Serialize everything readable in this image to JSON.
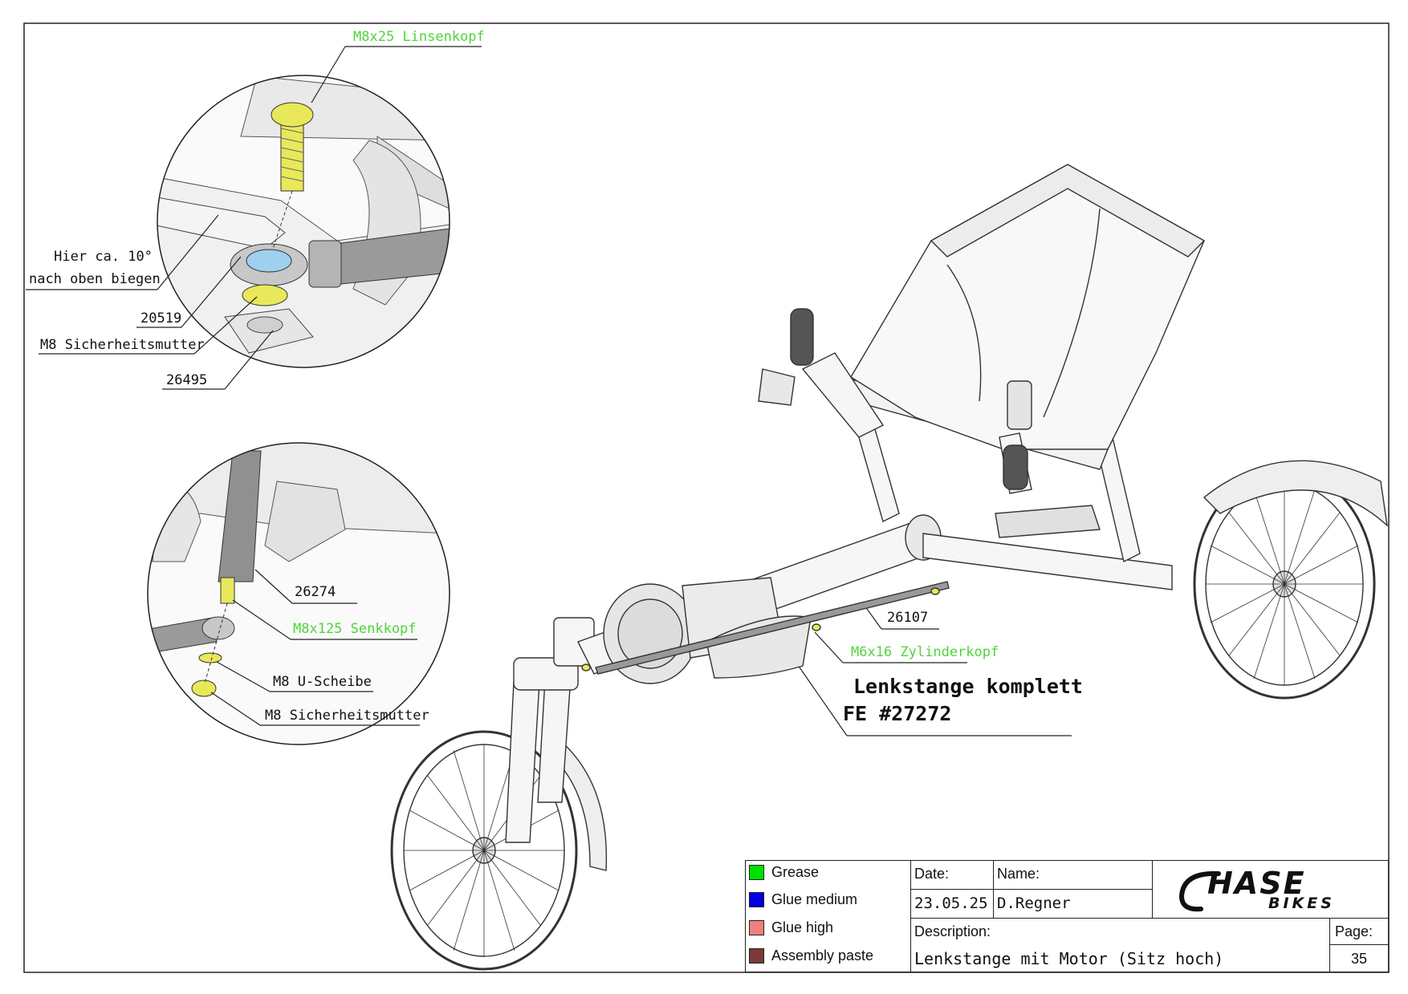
{
  "callouts": {
    "m8x25": "M8x25 Linsenkopf",
    "bend_line1": "Hier ca. 10°",
    "bend_line2": "nach oben biegen",
    "p20519": "20519",
    "m8_nut_top": "M8 Sicherheitsmutter",
    "p26495": "26495",
    "p26274": "26274",
    "m8x125": "M8x125 Senkkopf",
    "m8_washer": "M8 U-Scheibe",
    "m8_nut_bottom": "M8 Sicherheitsmutter",
    "p26107": "26107",
    "m6x16": "M6x16 Zylinderkopf",
    "assembly_line1": "Lenkstange komplett",
    "assembly_line2": "FE #27272"
  },
  "legend": [
    {
      "label": "Grease",
      "color": "#00e000"
    },
    {
      "label": "Glue medium",
      "color": "#0000e0"
    },
    {
      "label": "Glue high",
      "color": "#f08080"
    },
    {
      "label": "Assembly paste",
      "color": "#7a3a3a"
    }
  ],
  "title_block": {
    "date_label": "Date:",
    "date_value": "23.05.25",
    "name_label": "Name:",
    "name_value": "D.Regner",
    "logo_main": "HASE",
    "logo_sub": "BIKES",
    "desc_label": "Description:",
    "desc_value": "Lenkstange mit Motor (Sitz hoch)",
    "page_label": "Page:",
    "page_value": "35"
  },
  "colors": {
    "callout_green": "#4fd43a",
    "bolt_yellow": "#e8e85a",
    "line": "#222222"
  }
}
